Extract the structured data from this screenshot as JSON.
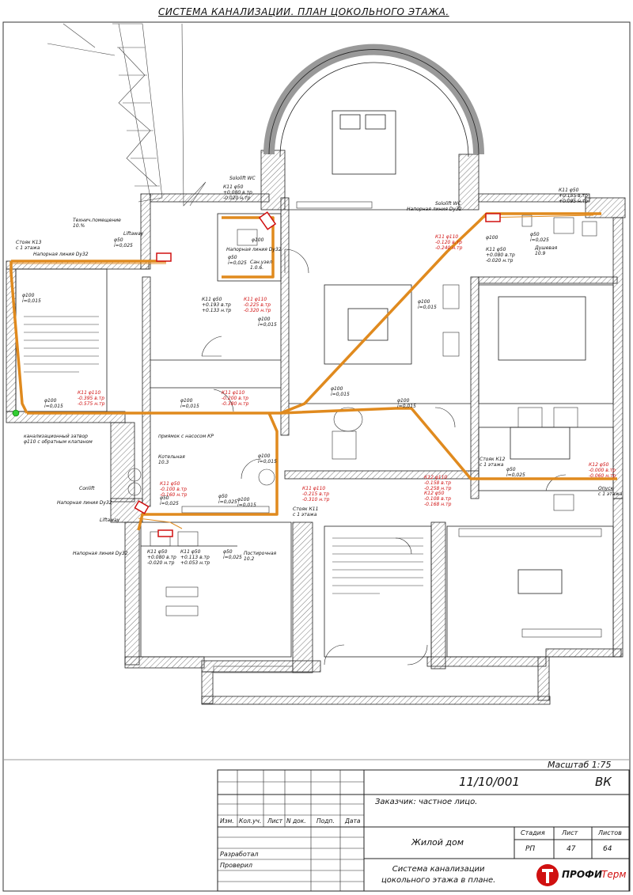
{
  "title": "СИСТЕМА КАНАЛИЗАЦИИ. ПЛАН ЦОКОЛЬНОГО ЭТАЖА.",
  "scale": "Масштаб 1:75",
  "colors": {
    "pipe": "#e08a1e",
    "red_text": "#d01010",
    "lines": "#222222"
  },
  "labels": [
    {
      "id": "l1",
      "text": "Технич.помещение\n10.%"
    },
    {
      "id": "l2",
      "text": "Liftaway"
    },
    {
      "id": "l3",
      "text": "Стояк К13\nс 1 этажа"
    },
    {
      "id": "l4",
      "text": "Напорная линия Dy32"
    },
    {
      "id": "l5",
      "text": "φ50\ni=0,025"
    },
    {
      "id": "l6",
      "text": "Sololift WC"
    },
    {
      "id": "l7",
      "text": "К11 φ50\n+0.080 в.тр\n-0.020 н.тр"
    },
    {
      "id": "l8",
      "text": "φ100"
    },
    {
      "id": "l9",
      "text": "Напорная линия Dy32"
    },
    {
      "id": "l10",
      "text": "φ50\ni=0,025"
    },
    {
      "id": "l11",
      "text": "Сан.узел\n1.0.6."
    },
    {
      "id": "l12",
      "text": "φ100\ni=0,015"
    },
    {
      "id": "l13",
      "text": "К11 φ50\n+0.193 в.тр\n+0.133 н.тр"
    },
    {
      "id": "l14",
      "text": "К11 φ110\n-0.225 в.тр\n-0.320 н.тр",
      "red": true
    },
    {
      "id": "l15",
      "text": "φ100\ni=0,015"
    },
    {
      "id": "l16",
      "text": "К11 φ110\n-0.120 в.тр\n-0.240 н.тр",
      "red": true
    },
    {
      "id": "l17",
      "text": "Sololift WC"
    },
    {
      "id": "l18",
      "text": "Напорная линия Dy32"
    },
    {
      "id": "l19",
      "text": "К11 φ50\n+0.155 в.тр\n+0.095 н.тр"
    },
    {
      "id": "l20",
      "text": "φ100"
    },
    {
      "id": "l21",
      "text": "φ50\ni=0,025"
    },
    {
      "id": "l22",
      "text": "К11 φ50\n+0.080 в.тр\n-0.020 н.тр"
    },
    {
      "id": "l23",
      "text": "Душевая\n10.9"
    },
    {
      "id": "l24",
      "text": "φ100\ni=0,015"
    },
    {
      "id": "l25",
      "text": "φ100\ni=0,015"
    },
    {
      "id": "l26",
      "text": "φ100\ni=0,015"
    },
    {
      "id": "l27",
      "text": "К11 φ110\n-0.395 в.тр\n-0.575 н.тр",
      "red": true
    },
    {
      "id": "l28",
      "text": "φ100\ni=0,015"
    },
    {
      "id": "l29",
      "text": "К11 φ110\n-0.200 в.тр\n-0.380 н.тр",
      "red": true
    },
    {
      "id": "l30",
      "text": "φ100\ni=0,015"
    },
    {
      "id": "l31",
      "text": "φ100\ni=0,015"
    },
    {
      "id": "l32",
      "text": "канализационный затвор\nφ110 с обратным клапаном"
    },
    {
      "id": "l33",
      "text": "приямок с насосом КР"
    },
    {
      "id": "l34",
      "text": "φ100\ni=0,015"
    },
    {
      "id": "l35",
      "text": "Котельная\n10.3"
    },
    {
      "id": "l36",
      "text": "Стояк К12\nс 1 этажа"
    },
    {
      "id": "l37",
      "text": "φ50\ni=0,025"
    },
    {
      "id": "l38",
      "text": "К12 φ50\n-0.000 в.тр\n-0.060 н.тр",
      "red": true
    },
    {
      "id": "l39",
      "text": "Опуск\nс 1 этажа"
    },
    {
      "id": "l40",
      "text": "Conlift"
    },
    {
      "id": "l41",
      "text": "К11 φ50\n-0.100 в.тр\n-0.160 н.тр",
      "red": true
    },
    {
      "id": "l42",
      "text": "φ50\ni=0,025"
    },
    {
      "id": "l43",
      "text": "Напорная линия Dy32"
    },
    {
      "id": "l44",
      "text": "φ50\ni=0,025"
    },
    {
      "id": "l45",
      "text": "К11 φ110\n-0.215 в.тр\n-0.310 н.тр",
      "red": true
    },
    {
      "id": "l46",
      "text": "Стояк К11\nс 1 этажа"
    },
    {
      "id": "l47",
      "text": "К12 φ110\n-0.158 в.тр\n-0.258 н.тр",
      "red": true
    },
    {
      "id": "l48",
      "text": "К12 φ50\n-0.108 в.тр\n-0.168 н.тр",
      "red": true
    },
    {
      "id": "l49",
      "text": "Liftaway"
    },
    {
      "id": "l50",
      "text": "Напорная линия Dy32"
    },
    {
      "id": "l51",
      "text": "К11 φ50\n+0.080 в.тр\n-0.020 н.тр"
    },
    {
      "id": "l52",
      "text": "К11 φ50\n+0.113 в.тр\n+0.053 н.тр"
    },
    {
      "id": "l53",
      "text": "φ50\ni=0,025"
    },
    {
      "id": "l54",
      "text": "Постирочная\n10.2"
    }
  ],
  "stamp": {
    "code": "11/10/001",
    "sect": "ВК",
    "customer": "Заказчик: частное лицо.",
    "heads": [
      "Изм.",
      "Кол.уч.",
      "Лист",
      "N док.",
      "Подп.",
      "Дата"
    ],
    "object": "Жилой дом",
    "stage_head": "Стадия",
    "sheet_head": "Лист",
    "sheets_head": "Листов",
    "stage": "РП",
    "sheet": "47",
    "sheets": "64",
    "developed": "Разработал",
    "checked": "Проверил",
    "desc": "Система канализации\nцокольного этажа в плане.",
    "logo_a": "ПРОФИ",
    "logo_b": "Терм"
  }
}
